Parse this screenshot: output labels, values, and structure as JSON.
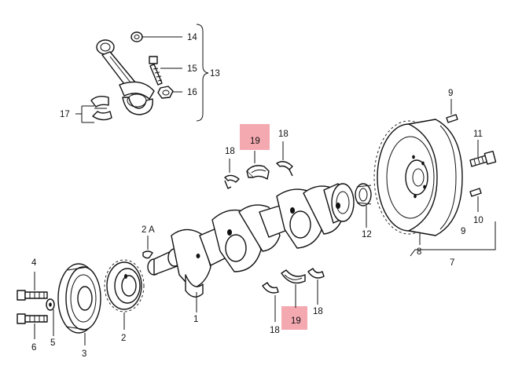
{
  "callouts": {
    "c1": "1",
    "c2": "2",
    "c2a": "2 A",
    "c3": "3",
    "c4": "4",
    "c5": "5",
    "c6": "6",
    "c7": "7",
    "c8": "8",
    "c9a": "9",
    "c9b": "9",
    "c10": "10",
    "c11": "11",
    "c12": "12",
    "c13": "13",
    "c14": "14",
    "c15": "15",
    "c16": "16",
    "c17": "17",
    "c18a": "18",
    "c18b": "18",
    "c18c": "18",
    "c18d": "18",
    "c19a": "19",
    "c19b": "19"
  },
  "highlight_color": "#f29aa3"
}
